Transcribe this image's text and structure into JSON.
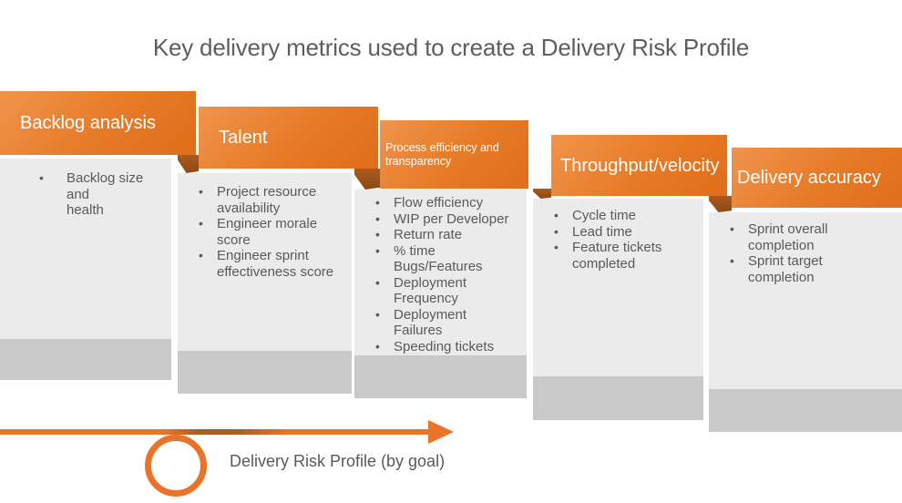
{
  "title": "Key delivery metrics used to create a Delivery Risk Profile",
  "cards": [
    {
      "id": "backlog-analysis",
      "title_lines": [
        "Backlog analysis"
      ],
      "bullets": [
        [
          "Backlog size and",
          "health"
        ]
      ]
    },
    {
      "id": "talent",
      "title_lines": [
        "Talent"
      ],
      "bullets": [
        [
          "Project resource",
          "availability"
        ],
        [
          "Engineer morale",
          "score"
        ],
        [
          "Engineer sprint",
          "effectiveness score"
        ]
      ]
    },
    {
      "id": "process-efficiency-and-transparency",
      "title_lines": [
        "Process efficiency and",
        "transparency"
      ],
      "bullets": [
        [
          "Flow efficiency"
        ],
        [
          "WIP per Developer"
        ],
        [
          "Return rate"
        ],
        [
          "% time",
          "Bugs/Features"
        ],
        [
          "Deployment",
          "Frequency"
        ],
        [
          "Deployment",
          "Failures"
        ],
        [
          "Speeding tickets"
        ]
      ]
    },
    {
      "id": "throughput-velocity",
      "title_lines": [
        "Throughput/velocity"
      ],
      "bullets": [
        [
          "Cycle time"
        ],
        [
          "Lead time"
        ],
        [
          "Feature tickets",
          "completed"
        ]
      ]
    },
    {
      "id": "delivery-accuracy",
      "title_lines": [
        "Delivery accuracy"
      ],
      "bullets": [
        [
          "Sprint overall",
          "completion"
        ],
        [
          "Sprint target",
          "completion"
        ]
      ]
    }
  ],
  "arrow": {
    "label": "Delivery Risk Profile (by goal)"
  },
  "colors": {
    "banner_orange_light": "#f0944d",
    "banner_orange_dark": "#e06d1a",
    "fold_brown": "#9c5319",
    "body_gray": "#ebebeb",
    "footer_gray": "#c9c9c9",
    "text_gray": "#595959",
    "arrow_orange": "#e97328"
  }
}
